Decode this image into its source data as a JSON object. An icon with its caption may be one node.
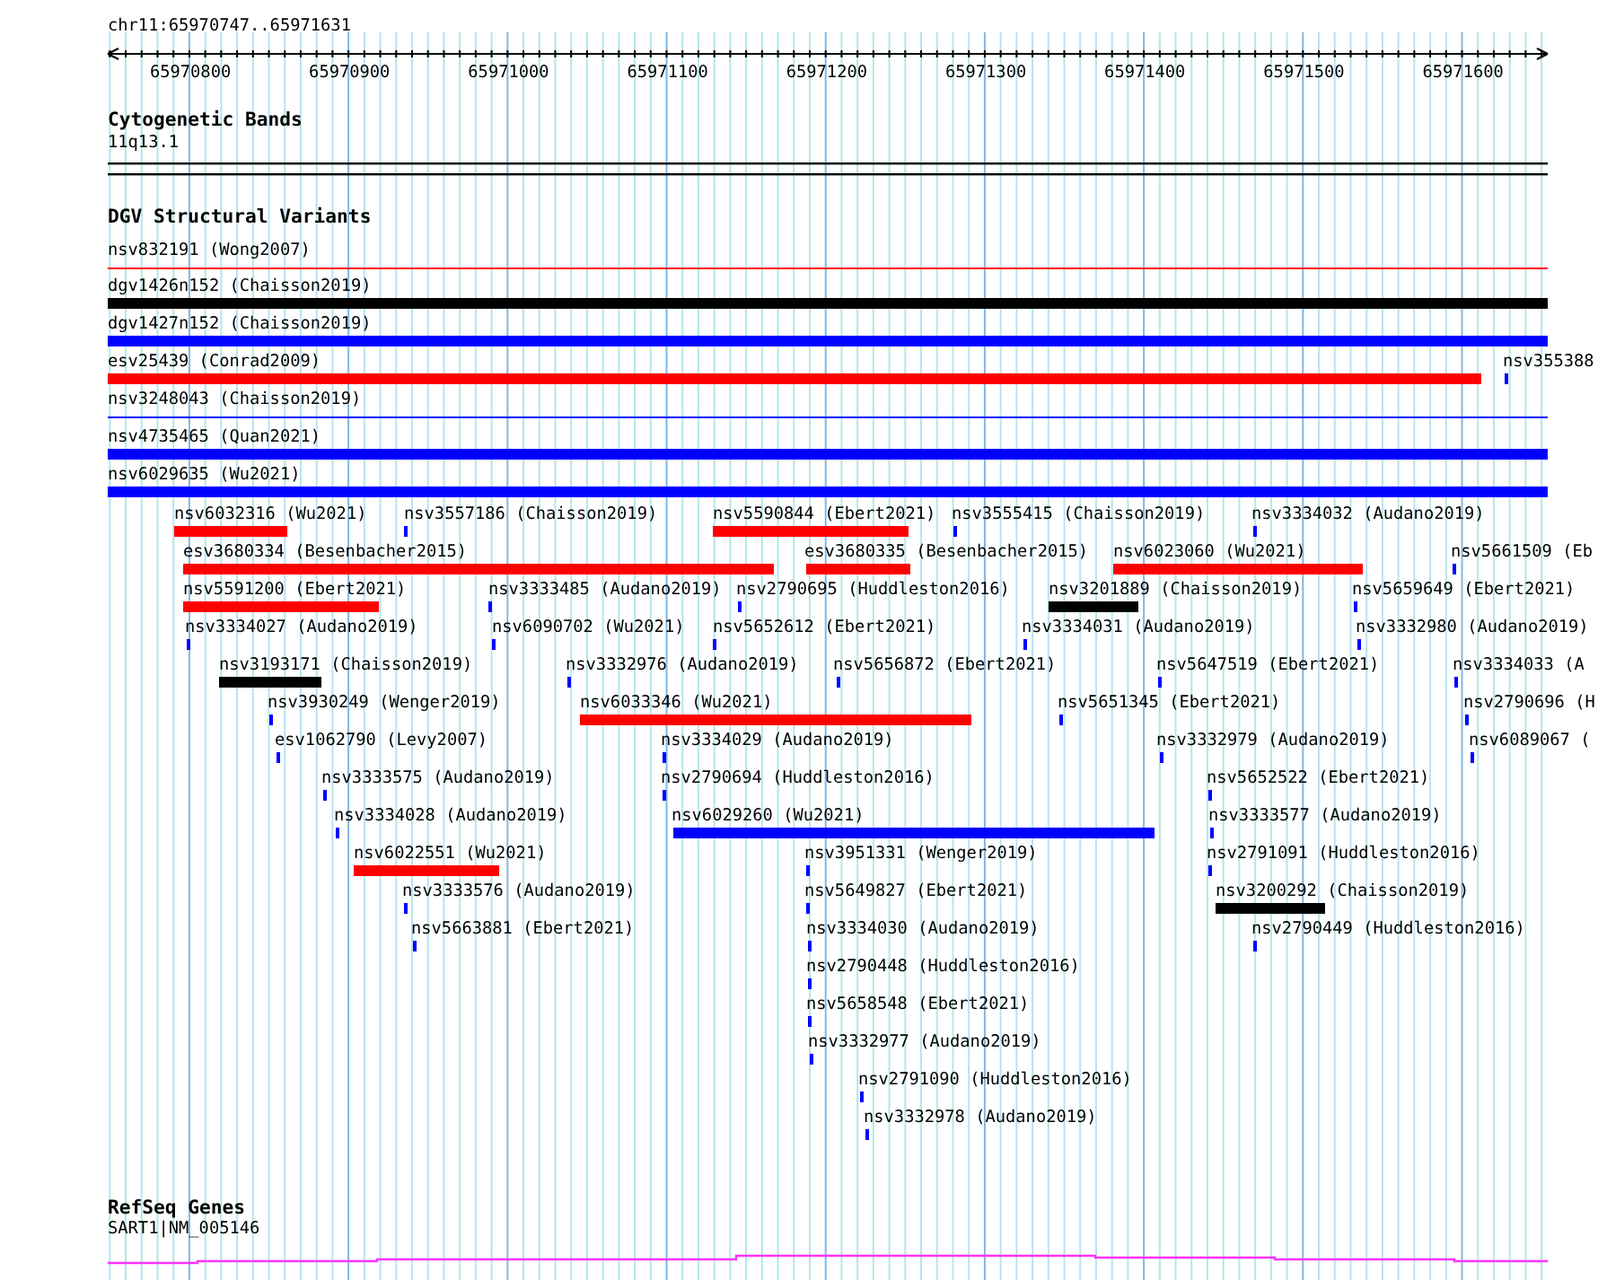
{
  "diagram": {
    "labels": [
      "chr11:65970747..65971631",
      "65970800",
      "65970900",
      "65971000",
      "65971100",
      "65971200",
      "65971300",
      "65971400",
      "65971500",
      "65971600",
      "Cytogenetic Bands",
      "11q13.1",
      "DGV Structural Variants",
      "nsv832191 (Wong2007)",
      "dgv1426n152 (Chaisson2019)",
      "dgv1427n152 (Chaisson2019)",
      "esv25439 (Conrad2009)",
      "nsv355388",
      "nsv3248043 (Chaisson2019)",
      "nsv4735465 (Quan2021)",
      "nsv6029635 (Wu2021)",
      "nsv6032316 (Wu2021)",
      "nsv3557186 (Chaisson2019)",
      "nsv5590844 (Ebert2021)",
      "nsv3555415 (Chaisson2019)",
      "nsv3334032 (Audano2019)",
      "esv3680334 (Besenbacher2015)",
      "esv3680335 (Besenbacher2015)",
      "nsv6023060 (Wu2021)",
      "nsv5661509 (Eb",
      "nsv5591200 (Ebert2021)",
      "nsv3333485 (Audano2019)",
      "nsv2790695 (Huddleston2016)",
      "nsv3201889 (Chaisson2019)",
      "nsv5659649 (Ebert2021)",
      "nsv3334027 (Audano2019)",
      "nsv6090702 (Wu2021)",
      "nsv5652612 (Ebert2021)",
      "nsv3334031 (Audano2019)",
      "nsv3332980 (Audano2019)",
      "nsv3193171 (Chaisson2019)",
      "nsv3332976 (Audano2019)",
      "nsv5656872 (Ebert2021)",
      "nsv5647519 (Ebert2021)",
      "nsv3334033 (A",
      "nsv3930249 (Wenger2019)",
      "nsv6033346 (Wu2021)",
      "nsv5651345 (Ebert2021)",
      "nsv2790696 (H",
      "esv1062790 (Levy2007)",
      "nsv3334029 (Audano2019)",
      "nsv3332979 (Audano2019)",
      "nsv6089067 (",
      "nsv3333575 (Audano2019)",
      "nsv2790694 (Huddleston2016)",
      "nsv5652522 (Ebert2021)",
      "nsv3334028 (Audano2019)",
      "nsv6029260 (Wu2021)",
      "nsv3333577 (Audano2019)",
      "nsv6022551 (Wu2021)",
      "nsv3951331 (Wenger2019)",
      "nsv2791091 (Huddleston2016)",
      "nsv3333576 (Audano2019)",
      "nsv5649827 (Ebert2021)",
      "nsv3200292 (Chaisson2019)",
      "nsv5663881 (Ebert2021)",
      "nsv3334030 (Audano2019)",
      "nsv2790449 (Huddleston2016)",
      "nsv2790448 (Huddleston2016)",
      "nsv5658548 (Ebert2021)",
      "nsv3332977 (Audano2019)",
      "nsv2791090 (Huddleston2016)",
      "nsv3332978 (Audano2019)",
      "RefSeq Genes",
      "SART1|NM_005146"
    ]
  }
}
